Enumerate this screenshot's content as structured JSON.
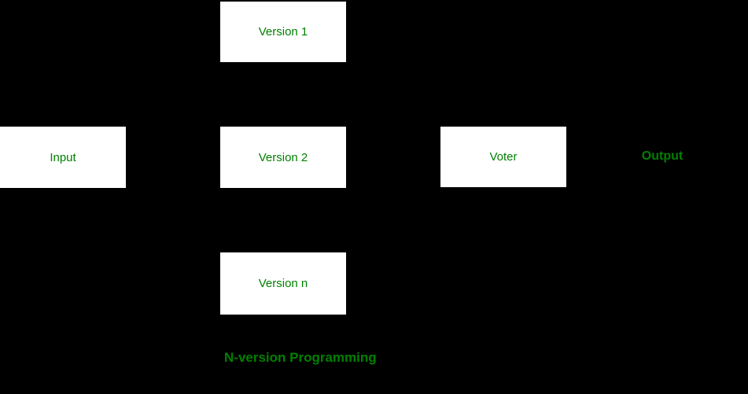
{
  "colors": {
    "background": "#000000",
    "node_fill": "#ffffff",
    "text_green": "#008000"
  },
  "diagram": {
    "caption": "N-version Programming",
    "nodes": [
      {
        "id": "input",
        "label": "Input",
        "type": "box"
      },
      {
        "id": "version-1",
        "label": "Version 1",
        "type": "box"
      },
      {
        "id": "version-2",
        "label": "Version 2",
        "type": "box"
      },
      {
        "id": "version-n",
        "label": "Version n",
        "type": "box"
      },
      {
        "id": "voter",
        "label": "Voter",
        "type": "box"
      },
      {
        "id": "output",
        "label": "Output",
        "type": "floating-text"
      }
    ]
  }
}
